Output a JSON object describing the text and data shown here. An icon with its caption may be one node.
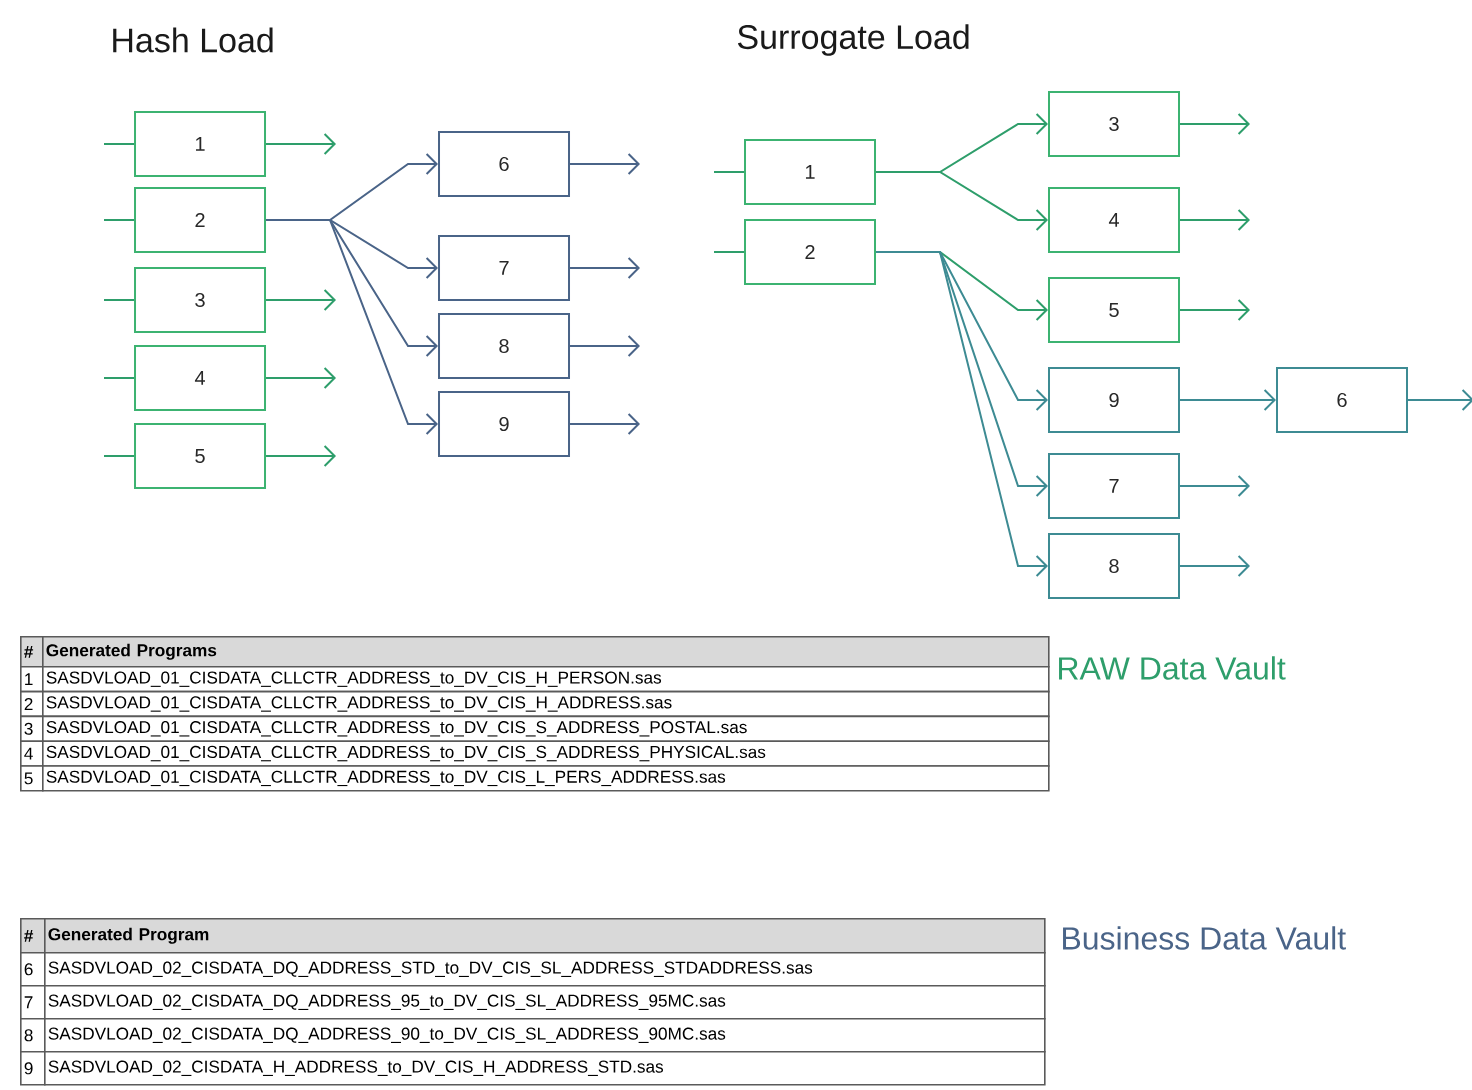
{
  "diagram": {
    "nodes": [
      {
        "text": [
          "1"
        ]
      },
      {
        "text": [
          "2"
        ]
      },
      {
        "text": [
          "3"
        ]
      },
      {
        "text": [
          "4"
        ]
      },
      {
        "text": [
          "5"
        ]
      },
      {
        "text": [
          "6"
        ]
      },
      {
        "text": [
          "7"
        ]
      },
      {
        "text": [
          "8"
        ]
      },
      {
        "text": [
          "9"
        ]
      },
      {
        "text": [
          "1"
        ]
      },
      {
        "text": [
          "2"
        ]
      },
      {
        "text": [
          "3"
        ]
      },
      {
        "text": [
          "4"
        ]
      },
      {
        "text": [
          "5"
        ]
      },
      {
        "text": [
          "9"
        ]
      },
      {
        "text": [
          "7"
        ]
      },
      {
        "text": [
          "8"
        ]
      },
      {
        "text": [
          "6"
        ]
      }
    ],
    "edges": [
      {
        "from": null,
        "to": 0,
        "arrow": "none"
      },
      {
        "from": null,
        "to": 1,
        "arrow": "none"
      },
      {
        "from": null,
        "to": 2,
        "arrow": "none"
      },
      {
        "from": null,
        "to": 3,
        "arrow": "none"
      },
      {
        "from": null,
        "to": 4,
        "arrow": "none"
      },
      {
        "from": 0,
        "to": null,
        "arrow": "to"
      },
      {
        "from": 2,
        "to": null,
        "arrow": "to"
      },
      {
        "from": 3,
        "to": null,
        "arrow": "to"
      },
      {
        "from": 4,
        "to": null,
        "arrow": "to"
      },
      {
        "from": 1,
        "to": 5,
        "arrow": "to",
        "color": "#4a6488"
      },
      {
        "from": 1,
        "to": 6,
        "arrow": "to",
        "color": "#4a6488"
      },
      {
        "from": 1,
        "to": 7,
        "arrow": "to",
        "color": "#4a6488"
      },
      {
        "from": 1,
        "to": 8,
        "arrow": "to",
        "color": "#4a6488"
      },
      {
        "from": 5,
        "to": null,
        "arrow": "to",
        "color": "#4a6488"
      },
      {
        "from": 6,
        "to": null,
        "arrow": "to",
        "color": "#4a6488"
      },
      {
        "from": 7,
        "to": null,
        "arrow": "to",
        "color": "#4a6488"
      },
      {
        "from": 8,
        "to": null,
        "arrow": "to",
        "color": "#4a6488"
      },
      {
        "from": null,
        "to": 9,
        "arrow": "none"
      },
      {
        "from": null,
        "to": 10,
        "arrow": "none"
      },
      {
        "from": 9,
        "to": 11,
        "arrow": "to"
      },
      {
        "from": 9,
        "to": 12,
        "arrow": "to"
      },
      {
        "from": 10,
        "to": 13,
        "arrow": "to"
      },
      {
        "from": 10,
        "to": 14,
        "arrow": "to",
        "color": "#3d8b93"
      },
      {
        "from": 10,
        "to": 15,
        "arrow": "to",
        "color": "#3d8b93"
      },
      {
        "from": 10,
        "to": 16,
        "arrow": "to",
        "color": "#3d8b93"
      },
      {
        "from": 11,
        "to": null,
        "arrow": "to"
      },
      {
        "from": 12,
        "to": null,
        "arrow": "to"
      },
      {
        "from": 13,
        "to": null,
        "arrow": "to"
      },
      {
        "from": 14,
        "to": 17,
        "arrow": "to",
        "color": "#3d8b93"
      },
      {
        "from": 15,
        "to": null,
        "arrow": "to",
        "color": "#3d8b93"
      },
      {
        "from": 16,
        "to": null,
        "arrow": "to",
        "color": "#3d8b93"
      },
      {
        "from": 17,
        "to": null,
        "arrow": "to",
        "color": "#3d8b93"
      }
    ],
    "labels": [
      "Hash Load",
      "Surrogate Load",
      "#",
      "Generated Programs",
      "1",
      "SASDVLOAD_01_CISDATA_CLLCTR_ADDRESS_to_DV_CIS_H_PERSON.sas",
      "2",
      "SASDVLOAD_01_CISDATA_CLLCTR_ADDRESS_to_DV_CIS_H_ADDRESS.sas",
      "3",
      "SASDVLOAD_01_CISDATA_CLLCTR_ADDRESS_to_DV_CIS_S_ADDRESS_POSTAL.sas",
      "4",
      "SASDVLOAD_01_CISDATA_CLLCTR_ADDRESS_to_DV_CIS_S_ADDRESS_PHYSICAL.sas",
      "5",
      "SASDVLOAD_01_CISDATA_CLLCTR_ADDRESS_to_DV_CIS_L_PERS_ADDRESS.sas",
      "RAW Data Vault",
      "#",
      "Generated Program",
      "6",
      "SASDVLOAD_02_CISDATA_DQ_ADDRESS_STD_to_DV_CIS_SL_ADDRESS_STDADDRESS.sas",
      "7",
      "SASDVLOAD_02_CISDATA_DQ_ADDRESS_95_to_DV_CIS_SL_ADDRESS_95MC.sas",
      "8",
      "SASDVLOAD_02_CISDATA_DQ_ADDRESS_90_to_DV_CIS_SL_ADDRESS_90MC.sas",
      "9",
      "SASDVLOAD_02_CISDATA_H_ADDRESS_to_DV_CIS_H_ADDRESS_STD.sas",
      "Business Data Vault"
    ]
  }
}
